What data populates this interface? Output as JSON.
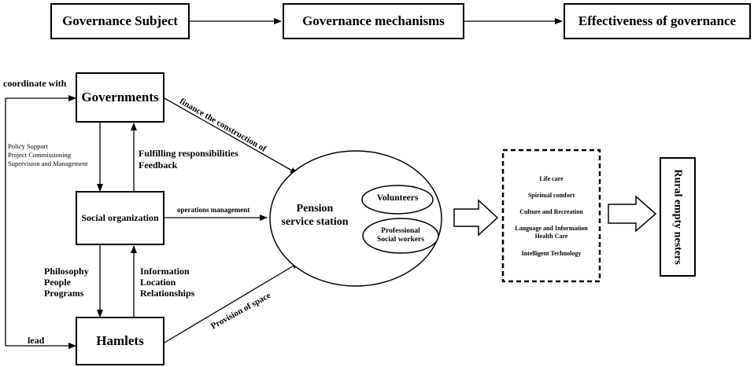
{
  "header": {
    "subject": "Governance Subject",
    "mechanisms": "Governance mechanisms",
    "effectiveness": "Effectiveness of governance"
  },
  "nodes": {
    "governments": "Governments",
    "social_org": "Social organization",
    "hamlets": "Hamlets",
    "station_line1": "Pension",
    "station_line2": "service station",
    "volunteers": "Volunteers",
    "professional_line1": "Professional",
    "professional_line2": "Social workers",
    "rural": "Rural empty nesters"
  },
  "edges": {
    "coordinate": "coordinate with",
    "lead": "lead",
    "policy1": "Policy Support",
    "policy2": "Project Commissioning",
    "policy3": "Supervision and Management",
    "fulfill1": "Fulfilling responsibilities",
    "fulfill2": "Feedback",
    "finance": "finance the construction of",
    "operations": "operations management",
    "philosophy1": "Philosophy",
    "philosophy2": "People",
    "philosophy3": "Programs",
    "info1": "Information",
    "info2": "Location",
    "info3": "Relationships",
    "provision": "Provision of space"
  },
  "services": [
    "Life care",
    "Spiritual comfort",
    "Culture and Recreation",
    "Language and Information",
    "Health Care",
    "Intelligent Technology"
  ]
}
